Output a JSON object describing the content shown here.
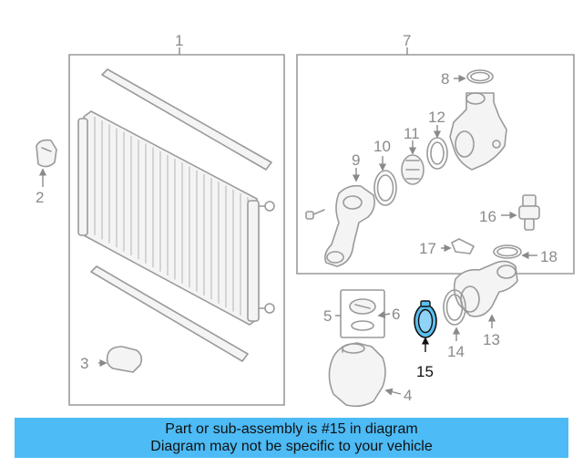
{
  "diagram": {
    "callouts": {
      "c1": "1",
      "c2": "2",
      "c3": "3",
      "c4": "4",
      "c5": "5",
      "c6": "6",
      "c7": "7",
      "c8": "8",
      "c9": "9",
      "c10": "10",
      "c11": "11",
      "c12": "12",
      "c13": "13",
      "c14": "14",
      "c15": "15",
      "c16": "16",
      "c17": "17",
      "c18": "18"
    },
    "highlight_part": "15",
    "colors": {
      "line": "#9a9a9a",
      "highlight_fill": "#5bc0f0",
      "highlight_stroke": "#111111"
    }
  },
  "banner": {
    "line1": "Part or sub-assembly is #15 in diagram",
    "line2": "Diagram may not be specific to your vehicle",
    "background": "#4dbbf5"
  }
}
